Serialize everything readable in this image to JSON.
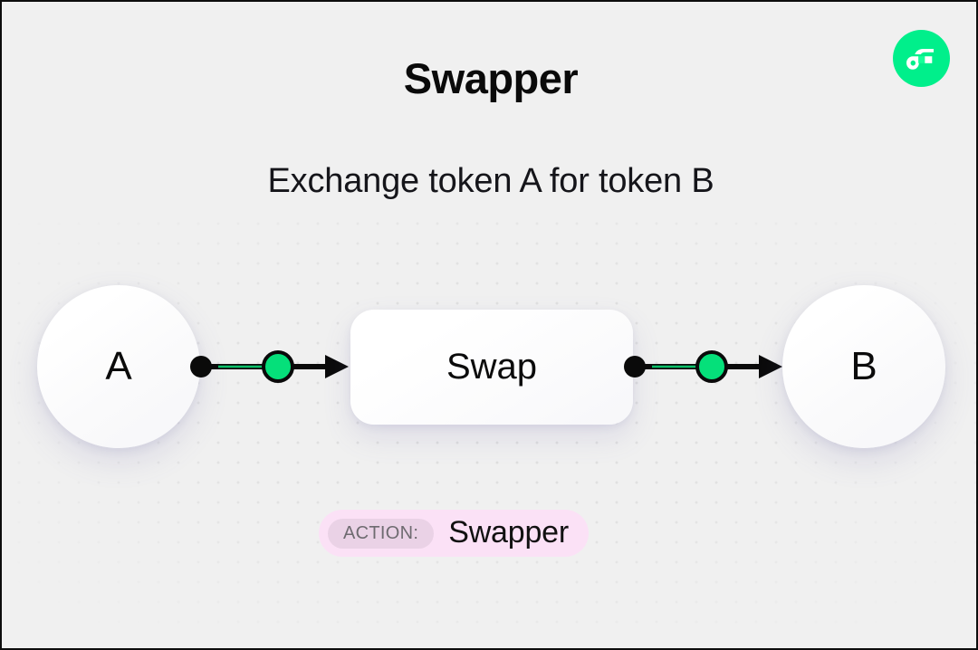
{
  "header": {
    "title": "Swapper",
    "subtitle": "Exchange token A for token B"
  },
  "brand": {
    "name": "flow-logo",
    "circle_color": "#00ef8b",
    "mark_color": "#ffffff"
  },
  "diagram": {
    "source_node": {
      "label": "A",
      "name": "token-a-node"
    },
    "process_node": {
      "label": "Swap",
      "name": "swap-process-node"
    },
    "target_node": {
      "label": "B",
      "name": "token-b-node"
    },
    "edges": [
      {
        "name": "edge-a-to-swap",
        "from": "A",
        "to": "Swap",
        "start_handle_color": "#0a0a0a",
        "midpoint_color": "#05e07a",
        "line_color": "#0a0a0a",
        "arrow_color": "#0a0a0a"
      },
      {
        "name": "edge-swap-to-b",
        "from": "Swap",
        "to": "B",
        "start_handle_color": "#0a0a0a",
        "midpoint_color": "#05e07a",
        "line_color": "#0a0a0a",
        "arrow_color": "#0a0a0a"
      }
    ]
  },
  "action_badge": {
    "key": "ACTION:",
    "value": "Swapper",
    "background_color": "#fbe1f6",
    "key_background_color": "#ead2e6",
    "key_text_color": "#6e6b70",
    "value_text_color": "#111111"
  },
  "canvas": {
    "background_color": "#f0f0f0",
    "dot_color": "#dcdcdc",
    "border_color": "#0d0d0d"
  }
}
